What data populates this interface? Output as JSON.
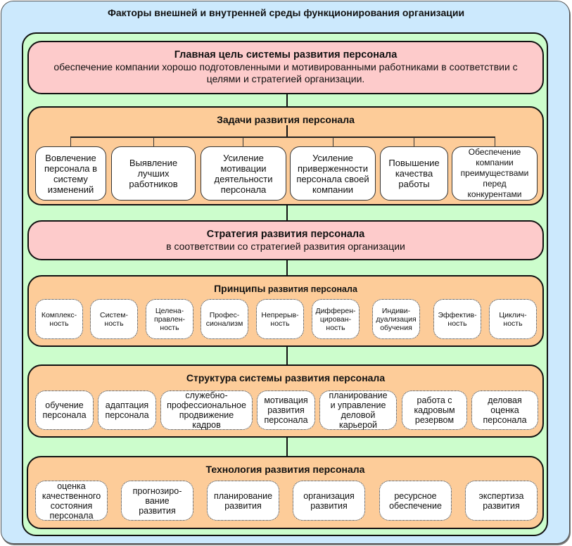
{
  "outer": {
    "title": "Факторы внешней и внутренней среды функционирования организации"
  },
  "goal": {
    "title": "Главная цель системы  развития  персонала",
    "text": "обеспечение компании  хорошо подготовленными и мотивированными работниками в соответствии с целями и стратегией организации."
  },
  "tasks": {
    "title": "Задачи  развития  персонала",
    "items": [
      "Вовлечение\nперсонала в\nсистему\nизменений",
      "Выявление\nлучших\nработников",
      "Усиление\nмотивации\nдеятельности\nперсонала",
      "Усиление\nприверженности\nперсонала своей\nкомпании",
      "Повышение\nкачества\nработы",
      "Обеспечение\nкомпании\nпреимуществами\nперед\nконкурентами"
    ]
  },
  "strategy": {
    "title": "Стратегия развития персонала",
    "text": "в соответствии со  стратегией развития организации"
  },
  "principles": {
    "title_main": "Принципы",
    "title_rest": " развития  персонала",
    "items": [
      "Комплекс-\nность",
      "Систем-\nность",
      "Целена-\nправлен-\nность",
      "Профес-\nсионализм",
      "Непрерыв-\nность",
      "Дифферен-\nцирован-\nность",
      "Индиви-\nдуализация\nобучения",
      "Эффектив-\nность",
      "Циклич-\nность"
    ]
  },
  "structure": {
    "title": "Структура системы развития персонала",
    "items": [
      "обучение\nперсонала",
      "адаптация\nперсонала",
      "служебно-\nпрофессиональное\nпродвижение\nкадров",
      "мотивация\nразвития\nперсонала",
      "планирование\nи управление\nделовой\nкарьерой",
      "работа с\nкадровым\nрезервом",
      "деловая\nоценка\nперсонала"
    ]
  },
  "technology": {
    "title": "Технология развития персонала",
    "items": [
      "оценка\nкачественного\nсостояния\nперсонала",
      "прогнозиро-\nвание\nразвития",
      "планирование\nразвития",
      "организация\nразвития",
      "ресурсное\nобеспечение",
      "экспертиза\nразвития"
    ]
  },
  "colors": {
    "outer_bg": "#cce9fd",
    "inner_bg": "#ccfdcc",
    "pink": "#fdcbcb",
    "orange": "#fdcc99"
  }
}
